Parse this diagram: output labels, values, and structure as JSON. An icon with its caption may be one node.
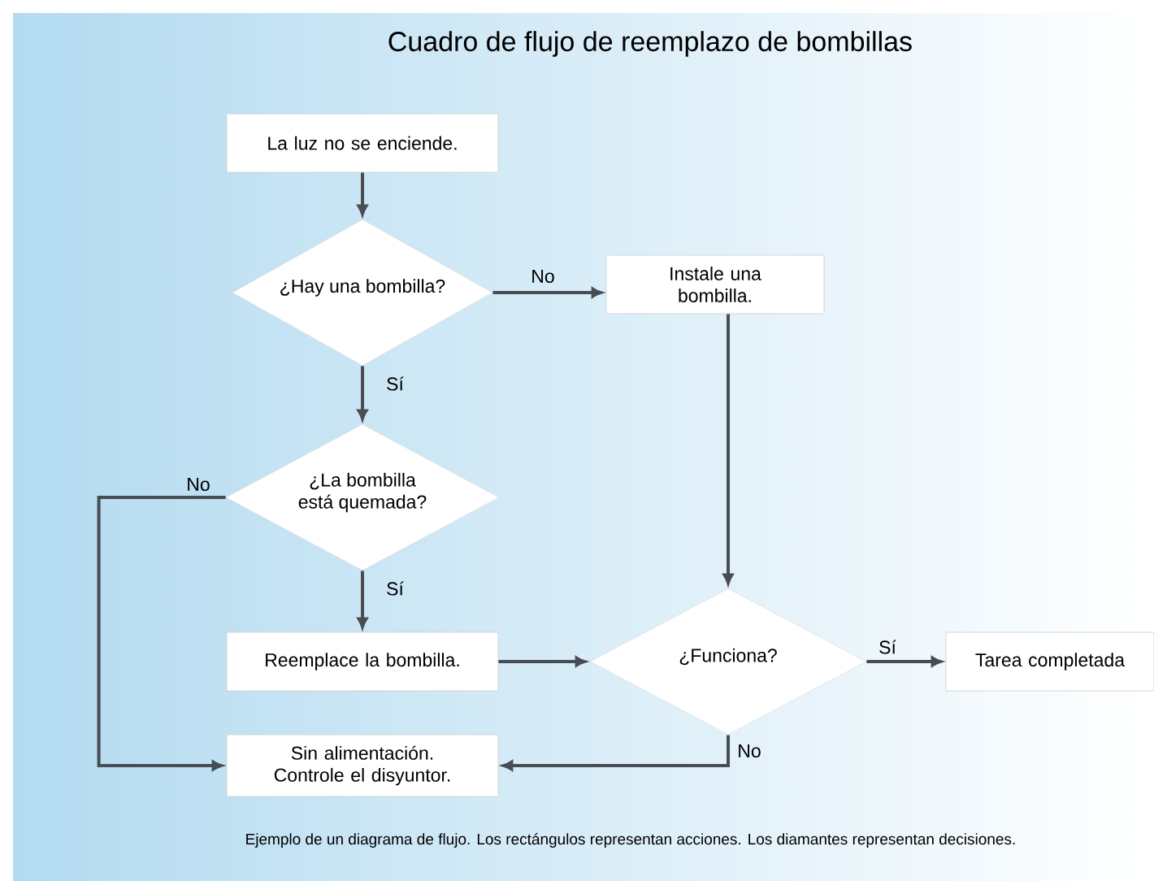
{
  "diagram": {
    "title": "Cuadro de flujo de reemplazo de bombillas",
    "caption": "Ejemplo de un diagrama de flujo. Los rectángulos representan acciones. Los diamantes representan decisiones.",
    "nodes": [
      {
        "text": [
          "La luz no se enciende."
        ]
      },
      {
        "text": [
          "¿Hay una bombilla?"
        ]
      },
      {
        "text": [
          "Instale una bombilla."
        ]
      },
      {
        "text": [
          "¿La bombilla está quemada?"
        ]
      },
      {
        "text": [
          "Reemplace la bombilla."
        ]
      },
      {
        "text": [
          "¿Funciona?"
        ]
      },
      {
        "text": [
          "Tarea completada"
        ]
      },
      {
        "text": [
          "Sin alimentación. Controle el disyuntor."
        ]
      }
    ],
    "edges": [
      {
        "from": 0,
        "to": 1,
        "arrow": "to"
      },
      {
        "from": 1,
        "to": 2,
        "arrow": "to",
        "label": "No"
      },
      {
        "from": 1,
        "to": 3,
        "arrow": "to",
        "label": "Sí"
      },
      {
        "from": 2,
        "to": 5,
        "arrow": "to"
      },
      {
        "from": 3,
        "to": 4,
        "arrow": "to",
        "label": "Sí"
      },
      {
        "from": 3,
        "to": 7,
        "arrow": "to",
        "label": "No"
      },
      {
        "from": 4,
        "to": 5,
        "arrow": "to"
      },
      {
        "from": 5,
        "to": 6,
        "arrow": "to",
        "label": "Sí"
      },
      {
        "from": 5,
        "to": 7,
        "arrow": "to",
        "label": "No"
      }
    ]
  }
}
